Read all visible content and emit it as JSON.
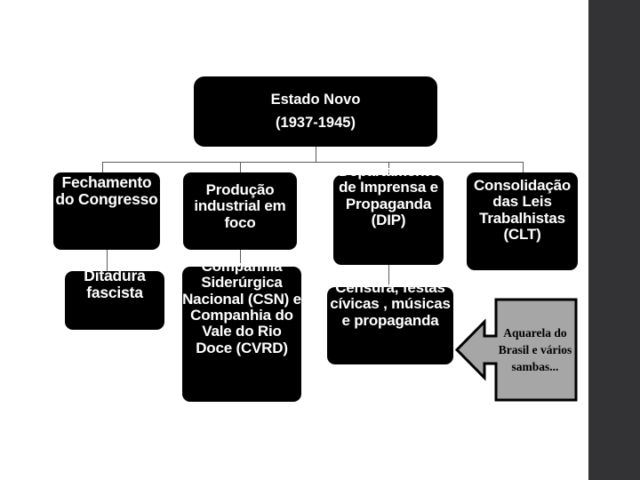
{
  "slide": {
    "title_node": {
      "line1": "Estado Novo",
      "line2": "(1937-1945)",
      "text": "Estado Novo\n(1937-1945)"
    },
    "background_band_color": "#333335",
    "node_fill_color": "#000000",
    "node_text_color": "#ffffff",
    "connector_color": "#595959",
    "callout_fill_color": "#a6a6a6"
  },
  "branches": [
    {
      "id": "congresso",
      "heading": "Fechamento do Congresso",
      "detail": "Ditadura fascista"
    },
    {
      "id": "producao",
      "heading": "Produção industrial em foco",
      "detail": "Companhia Siderúrgica Nacional (CSN) e Companhia do Vale do Rio Doce (CVRD)"
    },
    {
      "id": "dip",
      "heading": "Departamento de Imprensa e Propaganda (DIP)",
      "detail": "Censura, festas cívicas , músicas e propaganda"
    },
    {
      "id": "clt",
      "heading": "Consolidação das Leis Trabalhistas (CLT)",
      "detail": null
    }
  ],
  "callout": {
    "text": "Aquarela do Brasil e vários sambas..."
  }
}
